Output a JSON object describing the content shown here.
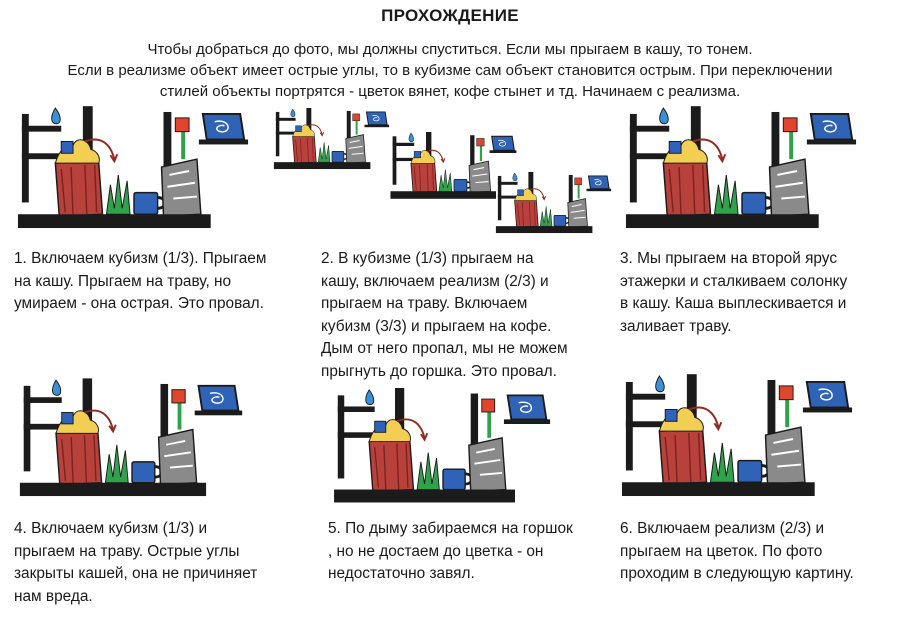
{
  "title": "ПРОХОЖДЕНИЕ",
  "intro": [
    "Чтобы добраться до фото, мы должны спуститься. Если мы прыгаем в кашу, то тонем.",
    "Если в реализме объект имеет острые углы, то в кубизме сам объект становится острым. При переключении",
    "стилей объекты портрятся - цветок вянет, кофе стынет и тд. Начинаем с реализма."
  ],
  "steps": [
    {
      "text": "1.  Включаем кубизм (1/3). Прыгаем\nна кашу. Прыгаем на траву, но\nумираем - она острая. Это провал."
    },
    {
      "text": "2.  В кубизме (1/3) прыгаем на\nкашу, включаем реализм (2/3) и\nпрыгаем на траву. Включаем\nкубизм (3/3) и прыгаем на кофе.\nДым от него пропал, мы не можем\nпрыгнуть до горшка. Это провал."
    },
    {
      "text": "3. Мы прыгаем на второй ярус\nэтажерки и сталкиваем солонку\nв кашу. Каша выплескивается и\nзаливает траву."
    },
    {
      "text": "4.  Включаем кубизм (1/3) и\nпрыгаем на траву. Острые углы\nзакрыты кашей, она не причиняет\nнам вреда."
    },
    {
      "text": "5. По дыму забираемся на горшок\n, но не достаем до цветка - он\nнедостаточно завял."
    },
    {
      "text": "6. Включаем реализм (2/3) и\nпрыгаем на цветок. По фото\nпроходим в следующую картину."
    }
  ],
  "colors": {
    "shelf": "#1b1b1b",
    "pot": "#b8413c",
    "porridge": "#f2cf52",
    "grass": "#2fa34a",
    "cup": "#2f63b8",
    "salt": "#8a8a8a",
    "flame": "#3a8fd9",
    "flower": "#e0462d",
    "arrow": "#8f2a1f"
  }
}
